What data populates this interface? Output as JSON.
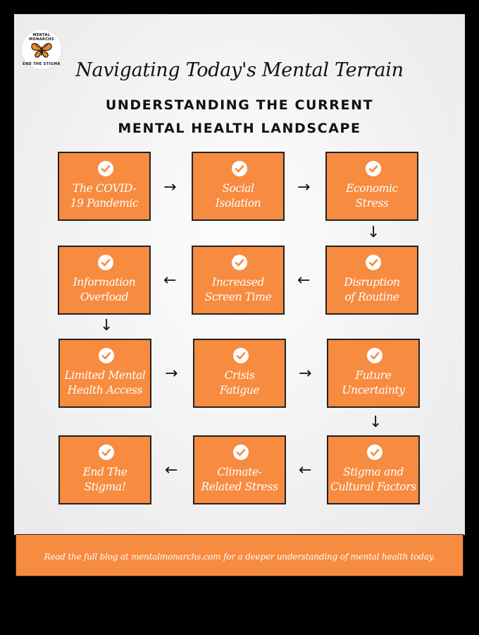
{
  "logo": {
    "text_top": "MENTAL MONARCHS",
    "text_bottom": "END THE STIGMA",
    "icon": "butterfly-icon"
  },
  "title": "Navigating Today's Mental Terrain",
  "subtitle_line1": "UNDERSTANDING THE CURRENT",
  "subtitle_line2": "MENTAL HEALTH LANDSCAPE",
  "steps": [
    {
      "line1": "The COVID-",
      "line2": "19 Pandemic"
    },
    {
      "line1": "Social",
      "line2": "Isolation"
    },
    {
      "line1": "Economic",
      "line2": "Stress"
    },
    {
      "line1": "Disruption",
      "line2": "of Routine"
    },
    {
      "line1": "Increased",
      "line2": "Screen Time"
    },
    {
      "line1": "Information",
      "line2": "Overload"
    },
    {
      "line1": "Limited Mental",
      "line2": "Health Access"
    },
    {
      "line1": "Crisis",
      "line2": "Fatigue"
    },
    {
      "line1": "Future",
      "line2": "Uncertainty"
    },
    {
      "line1": "Stigma and",
      "line2": "Cultural Factors"
    },
    {
      "line1": "Climate-",
      "line2": "Related Stress"
    },
    {
      "line1": "End The",
      "line2": "Stigma!"
    }
  ],
  "arrows": {
    "right": "→",
    "left": "←",
    "down": "↓"
  },
  "footer_text": "Read the full blog at mentalmonarchs.com for a deeper understanding of mental health today.",
  "colors": {
    "accent": "#f78b3f",
    "background": "#f3f3f3",
    "text": "#111111"
  }
}
